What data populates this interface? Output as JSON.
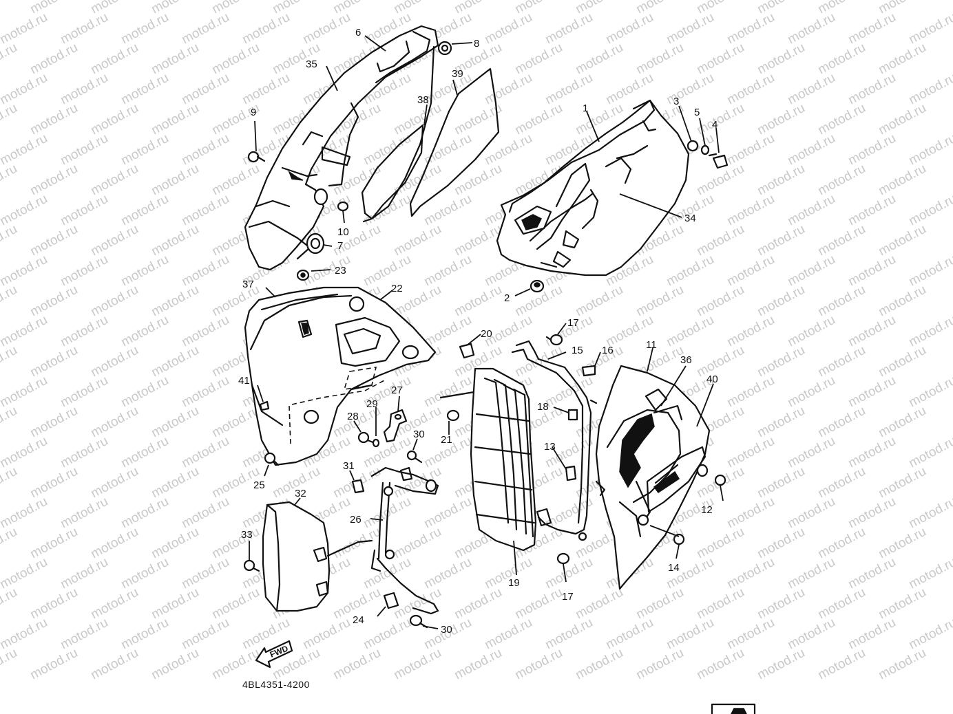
{
  "watermark": "motod.ru",
  "diagram_code": "4BL4351-4200",
  "fwd_label": "FWD",
  "callouts": [
    {
      "id": "1",
      "label": "1"
    },
    {
      "id": "2",
      "label": "2"
    },
    {
      "id": "3",
      "label": "3"
    },
    {
      "id": "4",
      "label": "4"
    },
    {
      "id": "5",
      "label": "5"
    },
    {
      "id": "6",
      "label": "6"
    },
    {
      "id": "7",
      "label": "7"
    },
    {
      "id": "8",
      "label": "8"
    },
    {
      "id": "9",
      "label": "9"
    },
    {
      "id": "10",
      "label": "10"
    },
    {
      "id": "11",
      "label": "11"
    },
    {
      "id": "12",
      "label": "12"
    },
    {
      "id": "13",
      "label": "13"
    },
    {
      "id": "14",
      "label": "14"
    },
    {
      "id": "15",
      "label": "15"
    },
    {
      "id": "16",
      "label": "16"
    },
    {
      "id": "17a",
      "label": "17"
    },
    {
      "id": "17b",
      "label": "17"
    },
    {
      "id": "18",
      "label": "18"
    },
    {
      "id": "19",
      "label": "19"
    },
    {
      "id": "20",
      "label": "20"
    },
    {
      "id": "21",
      "label": "21"
    },
    {
      "id": "22",
      "label": "22"
    },
    {
      "id": "23",
      "label": "23"
    },
    {
      "id": "24",
      "label": "24"
    },
    {
      "id": "25",
      "label": "25"
    },
    {
      "id": "26",
      "label": "26"
    },
    {
      "id": "27",
      "label": "27"
    },
    {
      "id": "28",
      "label": "28"
    },
    {
      "id": "29",
      "label": "29"
    },
    {
      "id": "30a",
      "label": "30"
    },
    {
      "id": "30b",
      "label": "30"
    },
    {
      "id": "31",
      "label": "31"
    },
    {
      "id": "32",
      "label": "32"
    },
    {
      "id": "33",
      "label": "33"
    },
    {
      "id": "34",
      "label": "34"
    },
    {
      "id": "35",
      "label": "35"
    },
    {
      "id": "36",
      "label": "36"
    },
    {
      "id": "37",
      "label": "37"
    },
    {
      "id": "38",
      "label": "38"
    },
    {
      "id": "39",
      "label": "39"
    },
    {
      "id": "40",
      "label": "40"
    },
    {
      "id": "41",
      "label": "41"
    }
  ]
}
